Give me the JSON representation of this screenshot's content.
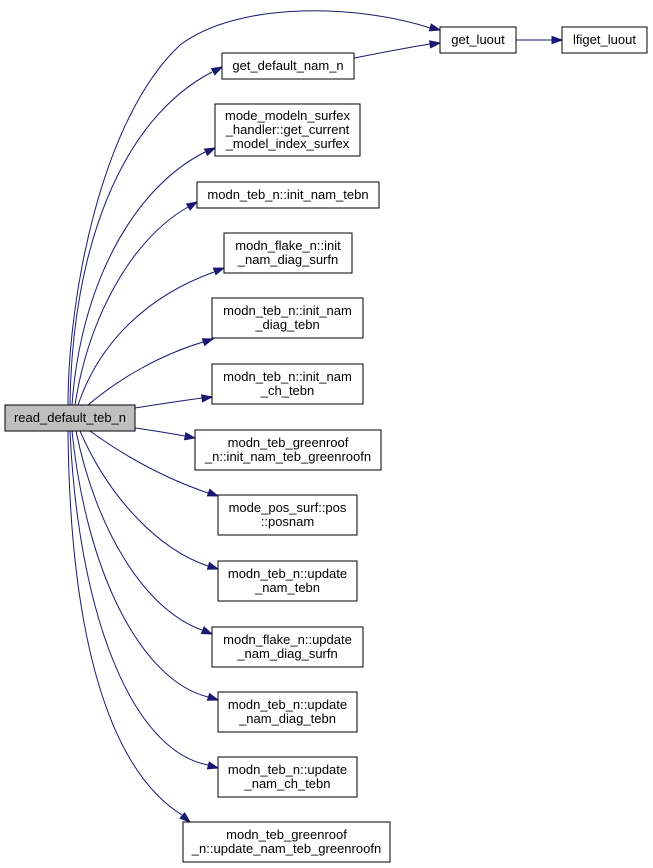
{
  "graph": {
    "nodes": [
      {
        "id": "read_default_teb_n",
        "lines": [
          "read_default_teb_n"
        ],
        "root": true
      },
      {
        "id": "get_luout",
        "lines": [
          "get_luout"
        ]
      },
      {
        "id": "lfiget_luout",
        "lines": [
          "lfiget_luout"
        ]
      },
      {
        "id": "get_default_nam_n",
        "lines": [
          "get_default_nam_n"
        ]
      },
      {
        "id": "mode_modeln_surfex",
        "lines": [
          "mode_modeln_surfex",
          "_handler::get_current",
          "_model_index_surfex"
        ]
      },
      {
        "id": "init_nam_tebn",
        "lines": [
          "modn_teb_n::init_nam_tebn"
        ]
      },
      {
        "id": "flake_init",
        "lines": [
          "modn_flake_n::init",
          "_nam_diag_surfn"
        ]
      },
      {
        "id": "teb_init_diag",
        "lines": [
          "modn_teb_n::init_nam",
          "_diag_tebn"
        ]
      },
      {
        "id": "teb_init_ch",
        "lines": [
          "modn_teb_n::init_nam",
          "_ch_tebn"
        ]
      },
      {
        "id": "greenroof_init",
        "lines": [
          "modn_teb_greenroof",
          "_n::init_nam_teb_greenroofn"
        ]
      },
      {
        "id": "pos_surf",
        "lines": [
          "mode_pos_surf::pos",
          "::posnam"
        ]
      },
      {
        "id": "teb_update_nam",
        "lines": [
          "modn_teb_n::update",
          "_nam_tebn"
        ]
      },
      {
        "id": "flake_update",
        "lines": [
          "modn_flake_n::update",
          "_nam_diag_surfn"
        ]
      },
      {
        "id": "teb_update_diag",
        "lines": [
          "modn_teb_n::update",
          "_nam_diag_tebn"
        ]
      },
      {
        "id": "teb_update_ch",
        "lines": [
          "modn_teb_n::update",
          "_nam_ch_tebn"
        ]
      },
      {
        "id": "greenroof_update",
        "lines": [
          "modn_teb_greenroof",
          "_n::update_nam_teb_greenroofn"
        ]
      }
    ],
    "edges": [
      {
        "from": "read_default_teb_n",
        "to": "get_luout"
      },
      {
        "from": "read_default_teb_n",
        "to": "get_default_nam_n"
      },
      {
        "from": "read_default_teb_n",
        "to": "mode_modeln_surfex"
      },
      {
        "from": "read_default_teb_n",
        "to": "init_nam_tebn"
      },
      {
        "from": "read_default_teb_n",
        "to": "flake_init"
      },
      {
        "from": "read_default_teb_n",
        "to": "teb_init_diag"
      },
      {
        "from": "read_default_teb_n",
        "to": "teb_init_ch"
      },
      {
        "from": "read_default_teb_n",
        "to": "greenroof_init"
      },
      {
        "from": "read_default_teb_n",
        "to": "pos_surf"
      },
      {
        "from": "read_default_teb_n",
        "to": "teb_update_nam"
      },
      {
        "from": "read_default_teb_n",
        "to": "flake_update"
      },
      {
        "from": "read_default_teb_n",
        "to": "teb_update_diag"
      },
      {
        "from": "read_default_teb_n",
        "to": "teb_update_ch"
      },
      {
        "from": "read_default_teb_n",
        "to": "greenroof_update"
      },
      {
        "from": "get_default_nam_n",
        "to": "get_luout"
      },
      {
        "from": "get_luout",
        "to": "lfiget_luout"
      }
    ],
    "colors": {
      "edge": "#191970",
      "root_fill": "#bfbfbf",
      "node_fill": "#ffffff",
      "border": "#000000"
    }
  }
}
